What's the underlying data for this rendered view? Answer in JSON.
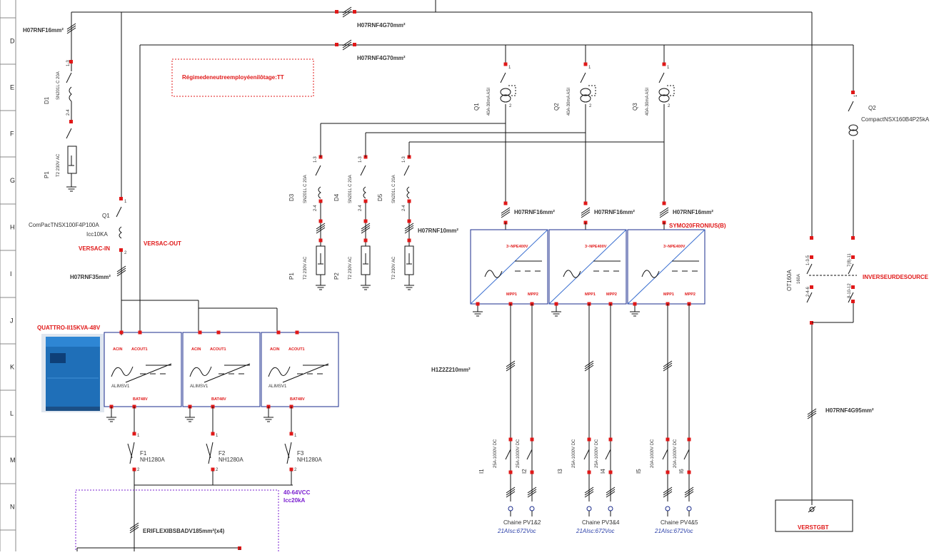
{
  "sheet": {
    "rows": [
      "D",
      "E",
      "F",
      "G",
      "H",
      "I",
      "J",
      "K",
      "L",
      "M",
      "N"
    ]
  },
  "cables": {
    "main_top": "H07RNF4G70mm²",
    "main_second": "H07RNF4G70mm²",
    "left_d1": "H07RNF16mm²",
    "q1_out": "H07RNF35mm²",
    "pv_in1": "H07RNF16mm²",
    "pv_in2": "H07RNF16mm²",
    "pv_in3": "H07RNF16mm²",
    "d5_cable": "H07RNF10mm²",
    "dc_strings": "H1Z2Z210mm²",
    "gbt": "H07RNF4G95mm²",
    "battery": "ERIFLEXIBSBADV185mm²(x4)"
  },
  "notes": {
    "regime": "Régimedeneutreemployéenilôtage:TT"
  },
  "left": {
    "d1_name": "D1",
    "d1_rating": "SN201L C 20A",
    "d1_t1": "1-3",
    "d1_t2": "2-4",
    "p1_name": "P1",
    "p1_rating": "T2 230V AC",
    "q1_name": "Q1",
    "q1_model": "ComPacTNSX100F4P100A",
    "q1_icc": "Icc10KA",
    "versac_in": "VERSAC-IN",
    "versac_out": "VERSAC-OUT",
    "q1_t1": "1",
    "q1_t2": "2"
  },
  "quattro": {
    "name": "QUATTRO-II15KVA-48V",
    "units": [
      {
        "acin": "ACIN",
        "acout": "ACOUT1",
        "alim": "ALIMSV1",
        "bat": "BAT48V"
      },
      {
        "acin": "ACIN",
        "acout": "ACOUT1",
        "alim": "ALIMSV1",
        "bat": "BAT48V"
      },
      {
        "acin": "ACIN",
        "acout": "ACOUT1",
        "alim": "ALIMSV1",
        "bat": "BAT48V"
      }
    ],
    "fuses": [
      {
        "name": "F1",
        "rating": "NH1280A",
        "t1": "1",
        "t2": "2"
      },
      {
        "name": "F2",
        "rating": "NH1280A",
        "t1": "1",
        "t2": "2"
      },
      {
        "name": "F3",
        "rating": "NH1280A",
        "t1": "1",
        "t2": "2"
      }
    ],
    "dc_bus": "40-64VCC",
    "dc_icc": "Icc20kA",
    "bottom_t": "1"
  },
  "ac_protection": [
    {
      "name": "D3",
      "rating": "SN201L C 20A",
      "t1": "1-3",
      "t2": "2-4",
      "spd": "P1",
      "spd_rating": "T2 230V AC"
    },
    {
      "name": "D4",
      "rating": "SN201L C 20A",
      "t1": "1-3",
      "t2": "2-4",
      "spd": "P2",
      "spd_rating": "T2 230V AC"
    },
    {
      "name": "D5",
      "rating": "SN201L C 20A",
      "t1": "1-3",
      "t2": "2-4",
      "spd": "",
      "spd_rating": "T2 230V AC"
    }
  ],
  "rcd": [
    {
      "name": "Q1",
      "rating": "40A-30mA ASI",
      "t1": "1",
      "t2": "2"
    },
    {
      "name": "Q2",
      "rating": "40A-30mA ASI",
      "t1": "1",
      "t2": "2"
    },
    {
      "name": "Q3",
      "rating": "40A-30mA ASI",
      "t1": "1",
      "t2": "2"
    }
  ],
  "inverters": {
    "model": "SYMO20FRONIUS(B)",
    "units": [
      {
        "ac": "3~NPE400V",
        "mpp1": "MPP1",
        "mpp2": "MPP2"
      },
      {
        "ac": "3~NPE400V",
        "mpp1": "MPP1",
        "mpp2": "MPP2"
      },
      {
        "ac": "3~NPE400V",
        "mpp1": "MPP1",
        "mpp2": "MPP2"
      }
    ]
  },
  "dc_isolators": [
    {
      "a_name": "I1",
      "a_rating": "25A-1000V DC",
      "b_name": "I2",
      "b_rating": "25A-1000V DC",
      "string": "Chaine PV1&2",
      "isc": "21AIsc:672Voc"
    },
    {
      "a_name": "I3",
      "a_rating": "25A-1000V DC",
      "b_name": "I4",
      "b_rating": "25A-1000V DC",
      "string": "Chaine PV3&4",
      "isc": "21AIsc:672Voc"
    },
    {
      "a_name": "I5",
      "a_rating": "20A-1000V DC",
      "b_name": "I6",
      "b_rating": "20A-1000V DC",
      "string": "Chaine PV4&5",
      "isc": "21AIsc:672Voc"
    }
  ],
  "right": {
    "q2_name": "Q2",
    "q2_model": "CompactNSX160B4P25kA",
    "q2_t1": "1",
    "ot_name": "OT160A",
    "ot_rating": "160A",
    "ot_t1": "1-3-5",
    "ot_t2": "2-4-6",
    "ot_t3": "7(8)-11",
    "ot_t4": "8-10-12",
    "inverseur": "INVERSEURDESOURCE",
    "verstgbt": "VERSTGBT"
  },
  "colors": {
    "wire": "#111111",
    "terminal": "#e01818",
    "frame": "#1a2b8c",
    "label_red": "#e01818",
    "label_purple": "#7a1fd0",
    "label_blue": "#2a3fa8",
    "rcd_turn": "#1fb8e0",
    "inverter_face": "#3a6fd0"
  }
}
